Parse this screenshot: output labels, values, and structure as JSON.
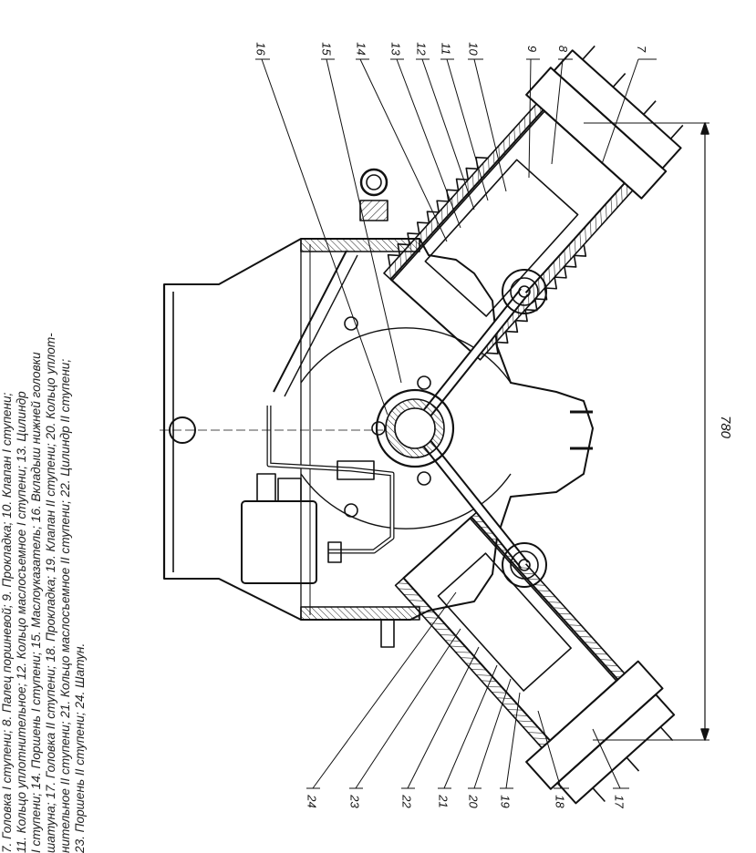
{
  "caption": {
    "lines": [
      "7. Головка I ступени; 8. Палец поршневой; 9. Прокладка; 10. Клапан I ступени;",
      "11. Кольцо уплотнительное; 12. Кольцо маслосъемное I ступени; 13. Цилиндр",
      "I ступени; 14. Поршень I ступени; 15. Маслоуказатель; 16. Вкладыш нижней головки",
      "шатуна; 17. Головка II ступени; 18. Прокладка; 19. Клапан II ступени; 20. Кольцо уплот-",
      "нительное II ступени; 21. Кольцо маслосъемное II ступени; 22. Цилиндр II ступени;",
      "23. Поршень II ступени; 24. Шатун."
    ]
  },
  "dimension": {
    "value": "780"
  },
  "labels_top": [
    "7",
    "8",
    "9",
    "10",
    "11",
    "12",
    "13",
    "14",
    "15",
    "16"
  ],
  "labels_bottom": [
    "17",
    "18",
    "19",
    "20",
    "21",
    "22",
    "23",
    "24"
  ]
}
